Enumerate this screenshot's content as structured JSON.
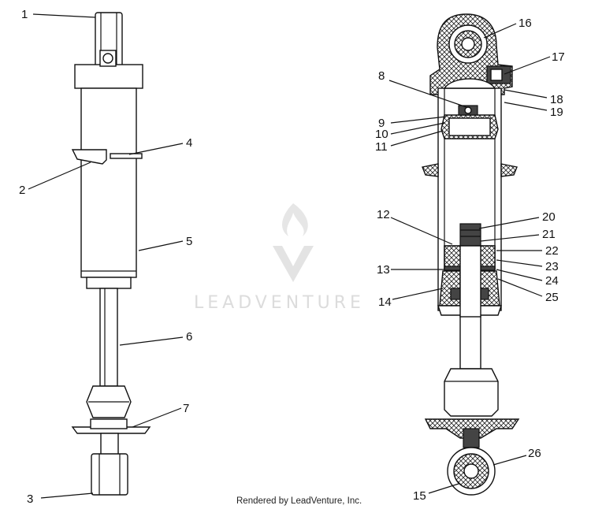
{
  "watermark": {
    "text": "LEADVENTURE"
  },
  "credit": {
    "text": "Rendered by LeadVenture, Inc."
  },
  "callouts": {
    "left": [
      {
        "id": "1",
        "label": "1"
      },
      {
        "id": "2",
        "label": "2"
      },
      {
        "id": "3",
        "label": "3"
      },
      {
        "id": "4",
        "label": "4"
      },
      {
        "id": "5",
        "label": "5"
      },
      {
        "id": "6",
        "label": "6"
      },
      {
        "id": "7",
        "label": "7"
      }
    ],
    "right": [
      {
        "id": "8",
        "label": "8"
      },
      {
        "id": "9",
        "label": "9"
      },
      {
        "id": "10",
        "label": "10"
      },
      {
        "id": "11",
        "label": "11"
      },
      {
        "id": "12",
        "label": "12"
      },
      {
        "id": "13",
        "label": "13"
      },
      {
        "id": "14",
        "label": "14"
      },
      {
        "id": "15",
        "label": "15"
      },
      {
        "id": "16",
        "label": "16"
      },
      {
        "id": "17",
        "label": "17"
      },
      {
        "id": "18",
        "label": "18"
      },
      {
        "id": "19",
        "label": "19"
      },
      {
        "id": "20",
        "label": "20"
      },
      {
        "id": "21",
        "label": "21"
      },
      {
        "id": "22",
        "label": "22"
      },
      {
        "id": "23",
        "label": "23"
      },
      {
        "id": "24",
        "label": "24"
      },
      {
        "id": "25",
        "label": "25"
      },
      {
        "id": "26",
        "label": "26"
      }
    ]
  }
}
